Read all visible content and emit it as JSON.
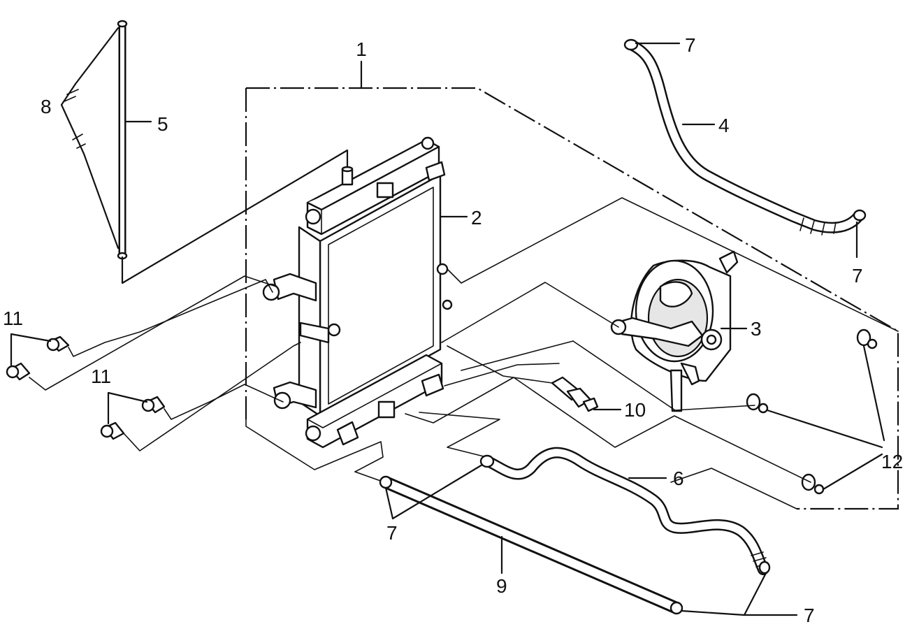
{
  "callouts": [
    {
      "id": "c1",
      "label": "1"
    },
    {
      "id": "c2",
      "label": "2"
    },
    {
      "id": "c3",
      "label": "3"
    },
    {
      "id": "c4",
      "label": "4"
    },
    {
      "id": "c5",
      "label": "5"
    },
    {
      "id": "c6",
      "label": "6"
    },
    {
      "id": "c7a",
      "label": "7"
    },
    {
      "id": "c7b",
      "label": "7"
    },
    {
      "id": "c7c",
      "label": "7"
    },
    {
      "id": "c7d",
      "label": "7"
    },
    {
      "id": "c8",
      "label": "8"
    },
    {
      "id": "c9",
      "label": "9"
    },
    {
      "id": "c10",
      "label": "10"
    },
    {
      "id": "c11a",
      "label": "11"
    },
    {
      "id": "c11b",
      "label": "11"
    },
    {
      "id": "c12",
      "label": "12"
    }
  ]
}
